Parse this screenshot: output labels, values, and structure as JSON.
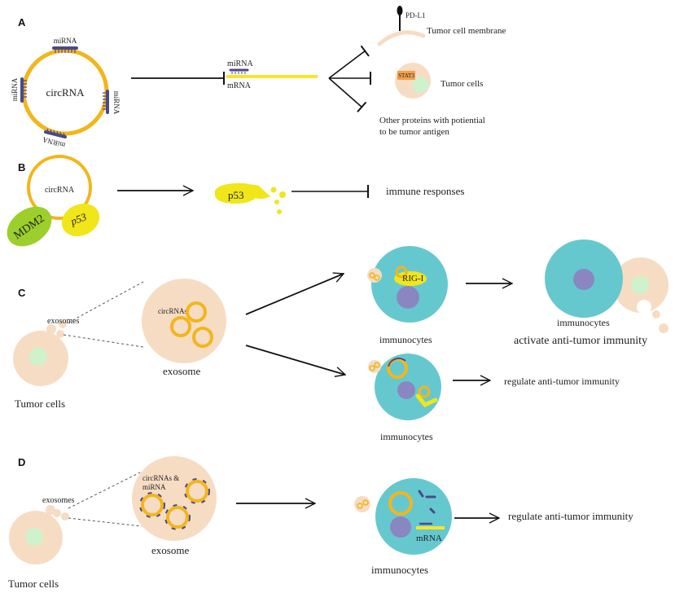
{
  "colors": {
    "circ_ring": "#f2b61c",
    "mirna": "#4b4a87",
    "mrna": "#f5e62a",
    "cell": "#f7dcc4",
    "nucleus": "#cdf2cc",
    "immunocyte": "#66c8cf",
    "immuno_nucleus": "#8a86c2",
    "mdm2": "#9ccf2c",
    "p53": "#f0e61a",
    "stat3": "#f2a048",
    "arrow": "#111111"
  },
  "panel_a": {
    "label": "A",
    "circrna": "circRNA",
    "mirna_tags": [
      "miRNA",
      "miRNA",
      "miRNA",
      "miRNA"
    ],
    "mirna_label": "miRNA",
    "mrna_label": "mRNA",
    "pdl1": "PD-L1",
    "membrane": "Tumor cell membrane",
    "stat3": "STAT3",
    "tumor_cells": "Tumor cells",
    "other_line1": "Other proteins with potiential",
    "other_line2": "to be tumor antigen"
  },
  "panel_b": {
    "label": "B",
    "circrna": "circRNA",
    "mdm2": "MDM2",
    "p53": "p53",
    "p53_free": "p53",
    "immune": "immune responses"
  },
  "panel_c": {
    "label": "C",
    "exosomes": "exosomes",
    "circrnas": "circRNAs",
    "exosome": "exosome",
    "tumor_cells": "Tumor cells",
    "rigi": "RIG-I",
    "immunocytes_top": "immunocytes",
    "immunocytes_right": "immunocytes",
    "activate": "activate anti-tumor immunity",
    "regulate": "regulate anti-tumor  immunity",
    "immunocytes_bottom": "immunocytes"
  },
  "panel_d": {
    "label": "D",
    "exosomes": "exosomes",
    "circrnas_line1": "circRNAs &",
    "circrnas_line2": "miRNA",
    "exosome": "exosome",
    "tumor_cells": "Tumor cells",
    "mrna": "mRNA",
    "immunocytes": "immunocytes",
    "regulate": "regulate anti-tumor  immunity"
  }
}
